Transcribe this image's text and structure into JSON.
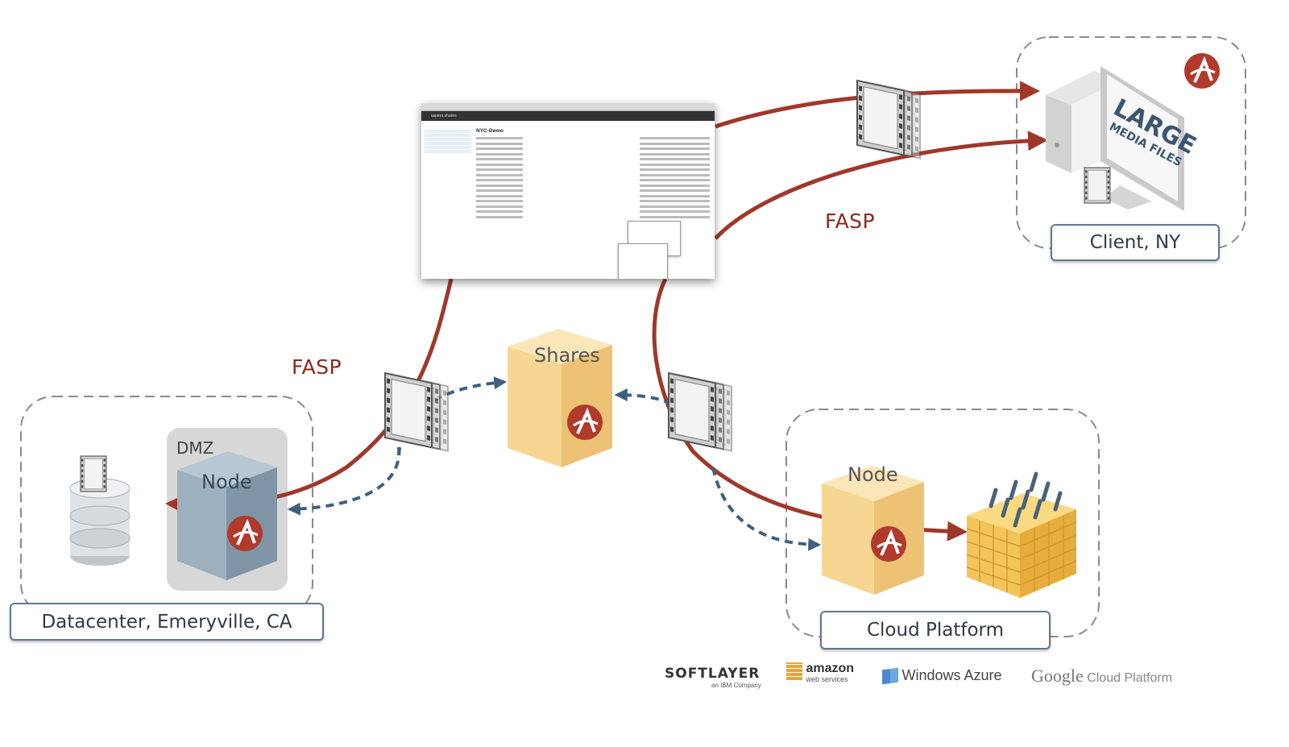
{
  "screenshot": {
    "page_title": "NYC-Demo",
    "header_brand": "aspera shares"
  },
  "fasp_labels": [
    "FASP",
    "FASP"
  ],
  "shares_label": "Shares",
  "datacenter": {
    "zone_label": "Datacenter, Emeryville, CA",
    "dmz_label": "DMZ",
    "node_label": "Node"
  },
  "client": {
    "zone_label": "Client, NY",
    "monitor_text_line1": "LARGE",
    "monitor_text_line2": "MEDIA FILES"
  },
  "cloud": {
    "zone_label": "Cloud Platform",
    "node_label": "Node"
  },
  "vendors": {
    "softlayer": "SOFTLAYER",
    "softlayer_sub": "an IBM Company",
    "amazon": "amazon",
    "amazon_sub": "web services",
    "azure": "Windows Azure",
    "google": "Google",
    "google_sub": "Cloud Platform"
  },
  "colors": {
    "fasp_arrow": "#a0382a",
    "dashed_arrow": "#3f607f",
    "zone_border": "#8a8a8a",
    "node_gold": "#f3cd82",
    "node_blue": "#8ea4b5",
    "aspera_red": "#b13a2c"
  },
  "icons": [
    "film-strip-icon",
    "database-icon",
    "aspera-logo-icon",
    "computer-icon",
    "storage-grid-icon",
    "window-icon"
  ]
}
